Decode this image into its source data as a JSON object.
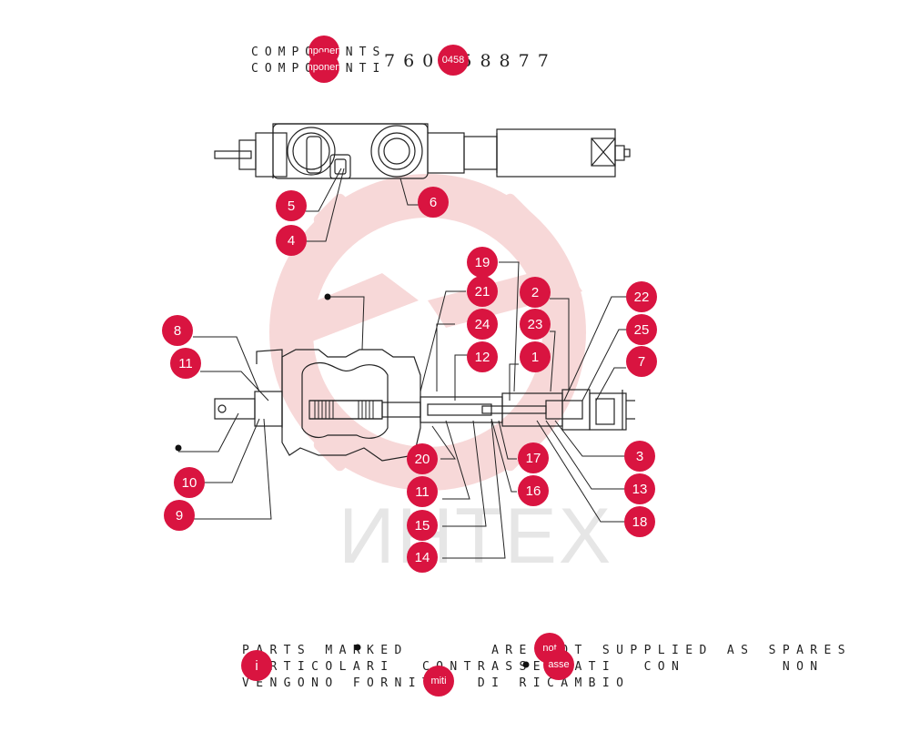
{
  "header": {
    "line1": "COMPONENTS",
    "line2": "COMPONENTI",
    "part_number": "760458877"
  },
  "watermark": {
    "text": "ИНТЕХ",
    "color": "#f2c9c9"
  },
  "callouts": [
    "5",
    "4",
    "6",
    "19",
    "21",
    "2",
    "22",
    "8",
    "24",
    "23",
    "25",
    "11",
    "12",
    "1",
    "7",
    "3",
    "20",
    "17",
    "10",
    "11",
    "16",
    "13",
    "9",
    "15",
    "18",
    "14"
  ],
  "header_overlay_badges": [
    "mponent",
    "mponent",
    "0458"
  ],
  "note": {
    "line1": "PARTS MARKED      ARE NOT SUPPLIED AS SPARES",
    "line2": "PARTICOLARI  CONTRASSEGNATI  CON       NON",
    "line3": "VENGONO FORNITI  DI RICAMBIO",
    "badges": [
      "i",
      "not",
      "asse",
      "miti"
    ]
  },
  "colors": {
    "badge": "#d91440",
    "line": "#222222",
    "watermark_gear": "#f3c2c2"
  }
}
